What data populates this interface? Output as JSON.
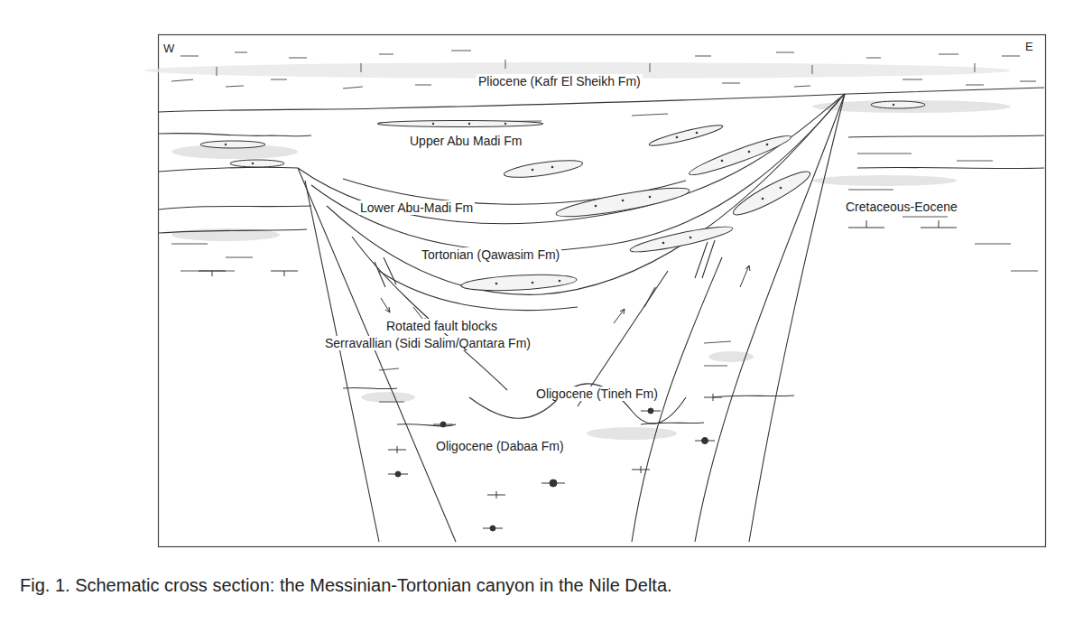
{
  "diagram": {
    "caption": "Fig. 1. Schematic cross section: the Messinian-Tortonian canyon in the Nile Delta.",
    "labels": [
      "W",
      "E",
      "Pliocene (Kafr El Sheikh Fm)",
      "Upper Abu Madi Fm",
      "Lower Abu-Madi Fm",
      "Cretaceous-Eocene",
      "Tortonian (Qawasim Fm)",
      "Rotated fault blocks",
      "Serravallian (Sidi Salim/Qantara Fm)",
      "Oligocene (Tineh Fm)",
      "Oligocene (Dabaa Fm)"
    ]
  }
}
